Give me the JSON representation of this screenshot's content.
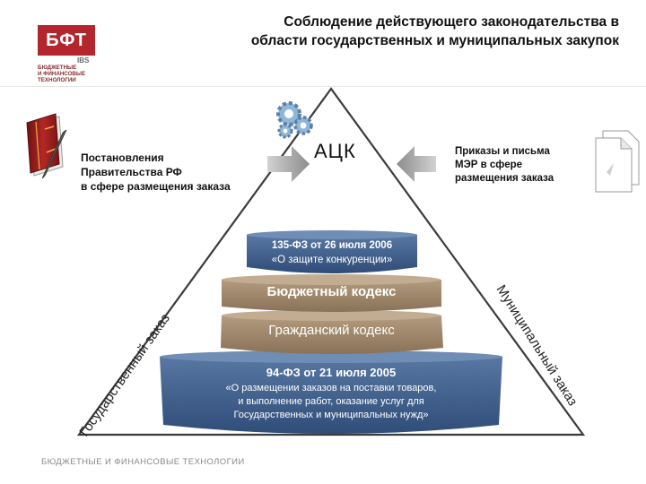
{
  "header": {
    "title_line1": "Соблюдение действующего законодательства в",
    "title_line2": "области государственных и муниципальных закупок"
  },
  "logo": {
    "mark": "БФТ",
    "sub": "IBS",
    "text_line1": "БЮДЖЕТНЫЕ",
    "text_line2": "И ФИНАНСОВЫЕ",
    "text_line3": "ТЕХНОЛОГИИ"
  },
  "top": {
    "center_label": "АЦК",
    "left_text_line1": "Постановления",
    "left_text_line2": "Правительства РФ",
    "left_text_line3": "в сфере размещения заказа",
    "right_text_line1": "Приказы и письма",
    "right_text_line2": "МЭР в сфере",
    "right_text_line3": "размещения заказа"
  },
  "pyramid": {
    "layer1_line1": "135-ФЗ от 26 июля 2006",
    "layer1_line2": "«О защите конкуренции»",
    "layer2": "Бюджетный кодекс",
    "layer3": "Гражданский кодекс",
    "layer4_title": "94-ФЗ от 21 июля 2005",
    "layer4_line1": "«О размещении заказов на поставки товаров,",
    "layer4_line2": "и выполнение работ, оказание услуг для",
    "layer4_line3": "Государственных и муниципальных нужд»"
  },
  "sides": {
    "left": "Государственный заказ",
    "right": "Муниципальный заказ"
  },
  "footer": "БЮДЖЕТНЫЕ И ФИНАНСОВЫЕ ТЕХНОЛОГИИ",
  "colors": {
    "brand_red": "#b3262e",
    "layer_blue": "#3d5f8c",
    "layer_tan": "#9a8266",
    "arrow_gray": "#9a9a9a"
  }
}
